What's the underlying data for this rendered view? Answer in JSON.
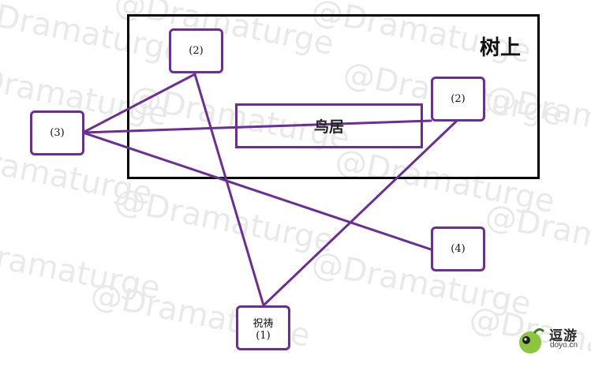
{
  "watermark": "@Dramaturge",
  "area_label": "树上",
  "center_label": "鸟居",
  "nodes": {
    "top_left": "(2)",
    "top_right": "(2)",
    "left": "(3)",
    "right_bottom": "(4)",
    "bottom_title": "祝祷",
    "bottom_num": "(1)"
  },
  "logo": {
    "title": "逗游",
    "domain": "doyo.cn"
  },
  "colors": {
    "line": "#6b2e96",
    "frame": "#000000",
    "watermark": "#e9e9e9"
  }
}
